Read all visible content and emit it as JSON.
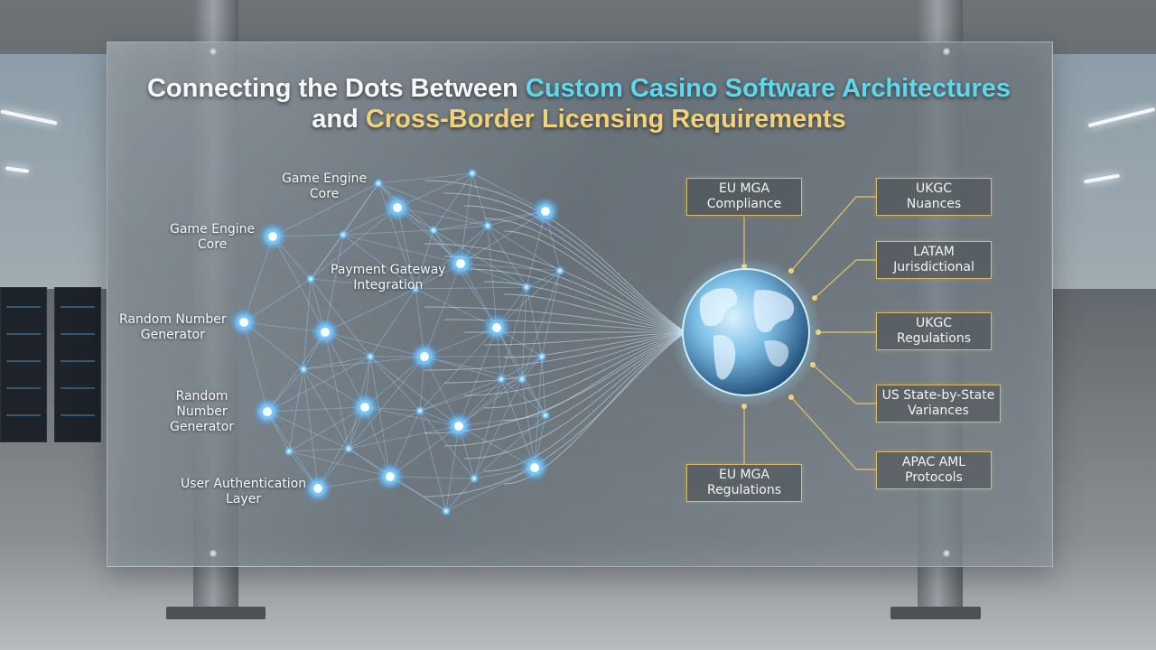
{
  "title": {
    "line1_prefix": "Connecting the Dots Between ",
    "line1_highlight": "Custom Casino Software Architectures",
    "line2_prefix": "and ",
    "line2_highlight": "Cross-Border Licensing Requirements"
  },
  "network_labels": [
    {
      "line1": "Game Engine",
      "line2": "Core"
    },
    {
      "line1": "Game Engine",
      "line2": "Core"
    },
    {
      "line1": "Payment Gateway",
      "line2": "Integration"
    },
    {
      "line1": "Random Number",
      "line2": "Generator"
    },
    {
      "line1": "Random",
      "line2": "Number",
      "line3": "Generator"
    },
    {
      "line1": "User Authentication",
      "line2": "Layer"
    }
  ],
  "licensing_boxes": [
    {
      "line1": "EU MGA",
      "line2": "Compliance"
    },
    {
      "line1": "EU MGA",
      "line2": "Regulations"
    },
    {
      "line1": "UKGC",
      "line2": "Nuances"
    },
    {
      "line1": "LATAM",
      "line2": "Jurisdictional"
    },
    {
      "line1": "UKGC",
      "line2": "Regulations"
    },
    {
      "line1": "US State-by-State",
      "line2": "Variances"
    },
    {
      "line1": "APAC AML",
      "line2": "Protocols"
    }
  ],
  "colors": {
    "accent_cyan": "#5fd8ee",
    "accent_gold": "#f1d27a",
    "box_border": "#d7b968",
    "node_glow": "#6ec8ff"
  },
  "icons": {
    "globe": "globe-icon"
  }
}
